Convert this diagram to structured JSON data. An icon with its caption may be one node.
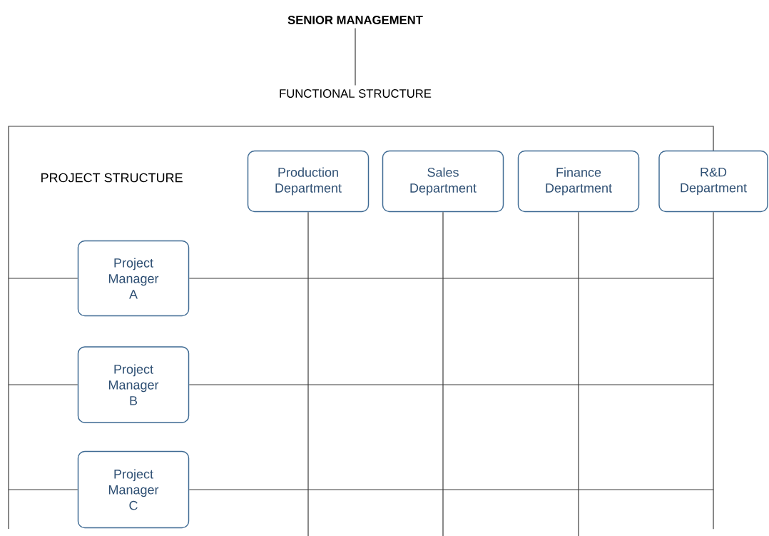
{
  "diagram": {
    "nodes": [
      {
        "text": [
          "SENIOR MANAGEMENT"
        ]
      },
      {
        "text": [
          "FUNCTIONAL STRUCTURE"
        ]
      },
      {
        "text": [
          "PROJECT STRUCTURE"
        ]
      },
      {
        "text": [
          "Production Department"
        ],
        "in": 2
      },
      {
        "text": [
          "Sales Department"
        ],
        "in": 2
      },
      {
        "text": [
          "Finance Department"
        ],
        "in": 2
      },
      {
        "text": [
          "R&D Department"
        ]
      },
      {
        "text": [
          "Project Manager A"
        ],
        "in": 2
      },
      {
        "text": [
          "Project Manager B"
        ],
        "in": 2
      },
      {
        "text": [
          "Project Manager C"
        ],
        "in": 2
      }
    ],
    "edges": [
      {
        "from": 0,
        "to": 1,
        "arrow": "none"
      },
      {
        "from": 3,
        "to": null,
        "arrow": "none"
      },
      {
        "from": 4,
        "to": null,
        "arrow": "none"
      },
      {
        "from": 5,
        "to": null,
        "arrow": "none"
      },
      {
        "from": 6,
        "to": 2,
        "arrow": "none"
      },
      {
        "from": 2,
        "to": 7,
        "arrow": "none"
      },
      {
        "from": 7,
        "to": 2,
        "arrow": "none"
      },
      {
        "from": 2,
        "to": 8,
        "arrow": "none"
      },
      {
        "from": 8,
        "to": 2,
        "arrow": "none"
      },
      {
        "from": 2,
        "to": 9,
        "arrow": "none"
      },
      {
        "from": 9,
        "to": 2,
        "arrow": "none"
      }
    ]
  }
}
